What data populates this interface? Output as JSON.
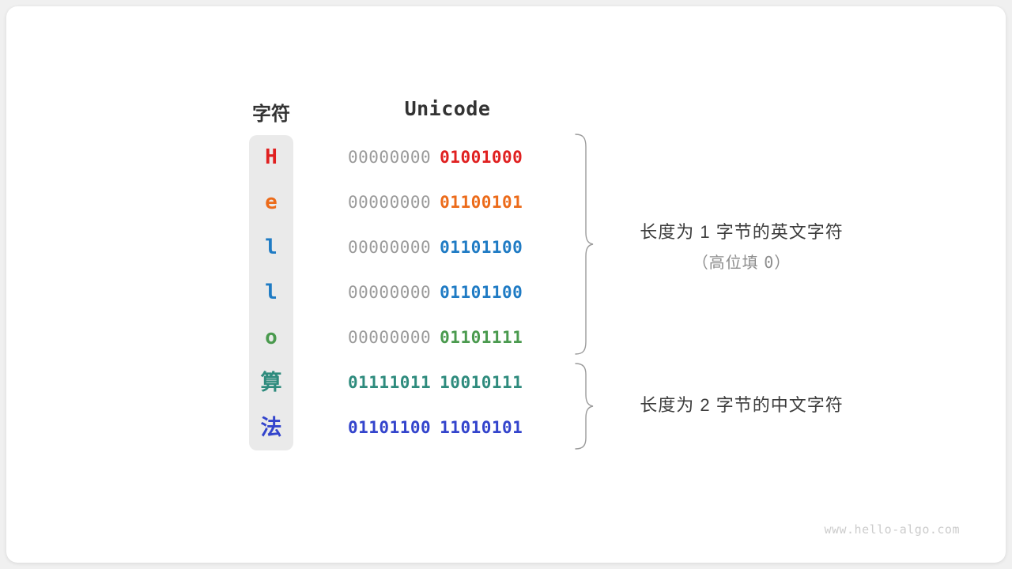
{
  "figure": {
    "headers": {
      "character": "字符",
      "unicode": "Unicode"
    },
    "rows": [
      {
        "char": "H",
        "char_color": "#e02020",
        "high_byte": "00000000",
        "low_byte": "01001000",
        "low_color": "#e02020",
        "high_is_bold": false,
        "is_cjk": false
      },
      {
        "char": "e",
        "char_color": "#ec6b1a",
        "high_byte": "00000000",
        "low_byte": "01100101",
        "low_color": "#ec6b1a",
        "high_is_bold": false,
        "is_cjk": false
      },
      {
        "char": "l",
        "char_color": "#1f7bc4",
        "high_byte": "00000000",
        "low_byte": "01101100",
        "low_color": "#1f7bc4",
        "high_is_bold": false,
        "is_cjk": false
      },
      {
        "char": "l",
        "char_color": "#1f7bc4",
        "high_byte": "00000000",
        "low_byte": "01101100",
        "low_color": "#1f7bc4",
        "high_is_bold": false,
        "is_cjk": false
      },
      {
        "char": "o",
        "char_color": "#4a9a4e",
        "high_byte": "00000000",
        "low_byte": "01101111",
        "low_color": "#4a9a4e",
        "high_is_bold": false,
        "is_cjk": false
      },
      {
        "char": "算",
        "char_color": "#2e8b7d",
        "high_byte": "01111011",
        "low_byte": "10010111",
        "low_color": "#2e8b7d",
        "high_is_bold": true,
        "is_cjk": true
      },
      {
        "char": "法",
        "char_color": "#3344cc",
        "high_byte": "01101100",
        "low_byte": "11010101",
        "low_color": "#3344cc",
        "high_is_bold": true,
        "is_cjk": true
      }
    ],
    "annotations": [
      {
        "main": "长度为 1 字节的英文字符",
        "sub_prefix": "（高位填 ",
        "sub_value": "0",
        "sub_suffix": "）"
      },
      {
        "main": "长度为 2 字节的中文字符",
        "sub_prefix": "",
        "sub_value": "",
        "sub_suffix": ""
      }
    ],
    "watermark": "www.hello-algo.com",
    "colors": {
      "canvas": "#ffffff",
      "page_background": "#f0f0f0",
      "char_column_background": "#eaeaea",
      "high_byte_gray": "#9a9a9a",
      "brace_gray": "#9a9a9a",
      "header_text": "#333333",
      "annotation_text": "#3c3c3c",
      "annotation_sub_text": "#8e8e8e",
      "watermark_text": "#cccccc"
    }
  }
}
